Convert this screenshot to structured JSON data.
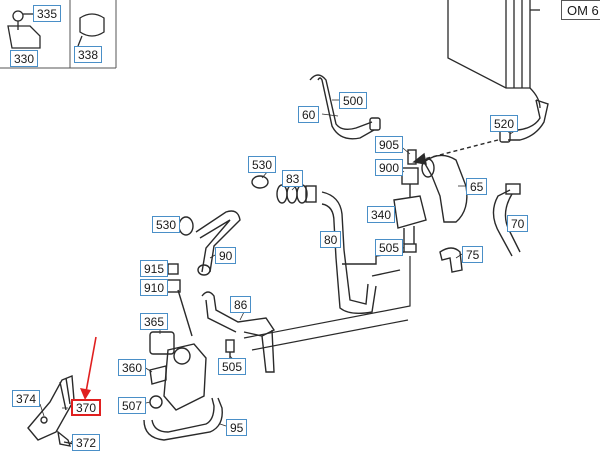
{
  "model_label": "OM 6",
  "part_numbers": {
    "p335": "335",
    "p330": "330",
    "p338": "338",
    "p500": "500",
    "p60": "60",
    "p520": "520",
    "p905": "905",
    "p900": "900",
    "p530a": "530",
    "p83": "83",
    "p65": "65",
    "p340": "340",
    "p70": "70",
    "p80": "80",
    "p530b": "530",
    "p505a": "505",
    "p75": "75",
    "p90": "90",
    "p915": "915",
    "p910": "910",
    "p86": "86",
    "p365": "365",
    "p505b": "505",
    "p360": "360",
    "p374": "374",
    "p370": "370",
    "p507": "507",
    "p95": "95",
    "p372": "372"
  },
  "highlighted_part": "370",
  "colors": {
    "label_border": "#4a8fc7",
    "highlight": "#e02020",
    "line": "#2a2a2a"
  }
}
